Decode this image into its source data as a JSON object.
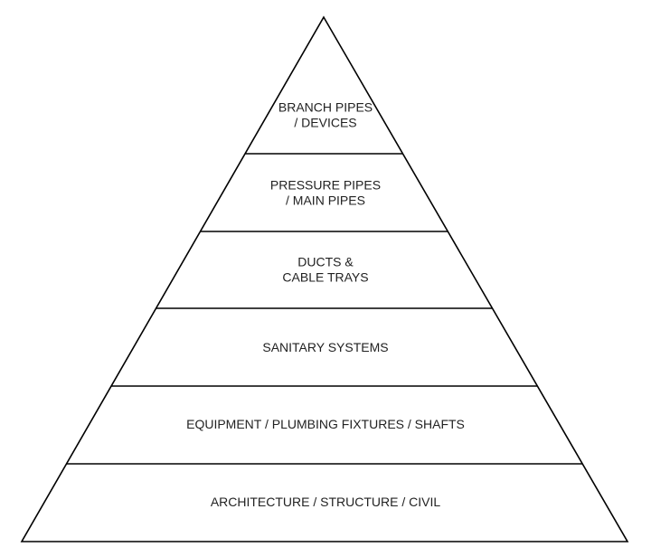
{
  "diagram": {
    "type": "pyramid",
    "colors": {
      "stroke": "#000000",
      "fill": "#ffffff",
      "text": "#222222"
    },
    "tiers": [
      {
        "lines": [
          "BRANCH PIPES",
          "/ DEVICES"
        ]
      },
      {
        "lines": [
          "PRESSURE PIPES",
          "/ MAIN PIPES"
        ]
      },
      {
        "lines": [
          "DUCTS &",
          "CABLE TRAYS"
        ]
      },
      {
        "lines": [
          "SANITARY SYSTEMS"
        ]
      },
      {
        "lines": [
          "EQUIPMENT / PLUMBING FIXTURES / SHAFTS"
        ]
      },
      {
        "lines": [
          "ARCHITECTURE / STRUCTURE / CIVIL"
        ]
      }
    ]
  }
}
